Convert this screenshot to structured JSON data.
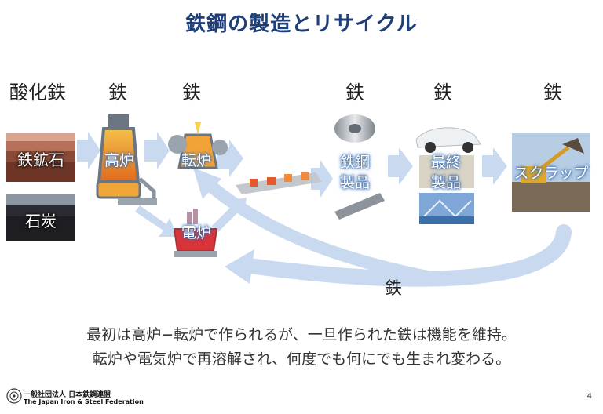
{
  "title": "鉄鋼の製造とリサイクル",
  "top_labels": {
    "ore": "酸化鉄",
    "blast": "鉄",
    "converter": "鉄",
    "products": "鉄",
    "final": "鉄",
    "scrap": "鉄"
  },
  "nodes": {
    "iron_ore": "鉄鉱石",
    "coal": "石炭",
    "blast_furnace": "高炉",
    "converter": "転炉",
    "electric_furnace": "電炉",
    "steel_products": "鉄鋼製品",
    "final_products": "最終製品",
    "scrap": "スクラップ"
  },
  "recycle_label": "鉄",
  "message_lines": [
    "最初は高炉−転炉で作られるが、一旦作られた鉄は機能を維持。",
    "転炉や電気炉で再溶解され、何度でも何にでも生まれ変わる。"
  ],
  "footer": {
    "org_jp": "一般社団法人 日本鉄鋼連盟",
    "org_en": "The Japan Iron & Steel Federation",
    "page": "4"
  },
  "colors": {
    "arrow": "#c9d9ef",
    "title": "#1f3f7a"
  }
}
